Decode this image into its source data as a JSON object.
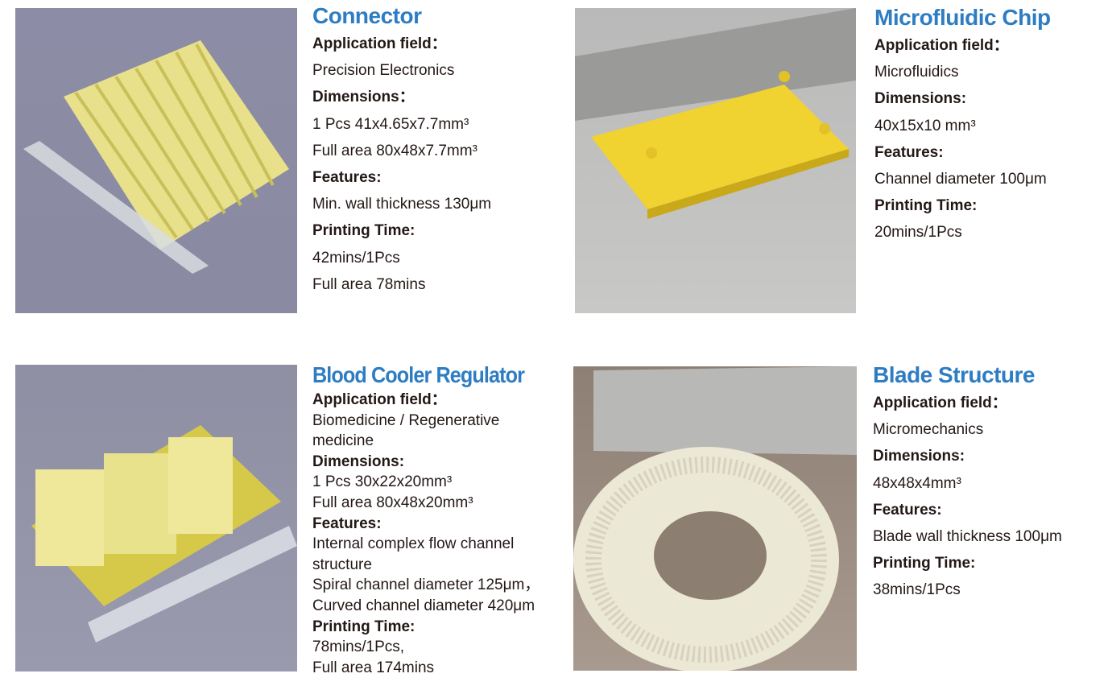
{
  "products": [
    {
      "title": "Connector",
      "lines": [
        {
          "text": "Application field：",
          "bold": true
        },
        {
          "text": "Precision Electronics",
          "bold": false
        },
        {
          "text": "Dimensions：",
          "bold": true
        },
        {
          "text": "1 Pcs 41x4.65x7.7mm³",
          "bold": false
        },
        {
          "text": "Full area 80x48x7.7mm³",
          "bold": false
        },
        {
          "text": "Features:",
          "bold": true
        },
        {
          "text": "Min. wall thickness 130μm",
          "bold": false
        },
        {
          "text": "Printing Time:",
          "bold": true
        },
        {
          "text": "42mins/1Pcs",
          "bold": false
        },
        {
          "text": "Full area 78mins",
          "bold": false
        }
      ]
    },
    {
      "title": "Microfluidic Chip",
      "lines": [
        {
          "text": "Application field：",
          "bold": true
        },
        {
          "text": "Microfluidics",
          "bold": false
        },
        {
          "text": "Dimensions:",
          "bold": true
        },
        {
          "text": "40x15x10 mm³",
          "bold": false
        },
        {
          "text": "Features:",
          "bold": true
        },
        {
          "text": "Channel diameter 100μm",
          "bold": false
        },
        {
          "text": "Printing Time:",
          "bold": true
        },
        {
          "text": "20mins/1Pcs",
          "bold": false
        }
      ]
    },
    {
      "title": "Blood Cooler Regulator",
      "lines": [
        {
          "text": "Application field：",
          "bold": true
        },
        {
          "text": "Biomedicine / Regenerative medicine",
          "bold": false
        },
        {
          "text": "Dimensions:",
          "bold": true
        },
        {
          "text": "1 Pcs 30x22x20mm³",
          "bold": false
        },
        {
          "text": "Full area 80x48x20mm³",
          "bold": false
        },
        {
          "text": "Features:",
          "bold": true
        },
        {
          "text": "Internal complex flow channel structure",
          "bold": false
        },
        {
          "text": "Spiral channel diameter 125μm，",
          "bold": false
        },
        {
          "text": "Curved channel diameter 420μm",
          "bold": false
        },
        {
          "text": "Printing Time:",
          "bold": true
        },
        {
          "text": "78mins/1Pcs,",
          "bold": false
        },
        {
          "text": "Full area 174mins",
          "bold": false
        }
      ]
    },
    {
      "title": "Blade Structure",
      "lines": [
        {
          "text": "Application field：",
          "bold": true
        },
        {
          "text": "Micromechanics",
          "bold": false
        },
        {
          "text": "Dimensions:",
          "bold": true
        },
        {
          "text": "48x48x4mm³",
          "bold": false
        },
        {
          "text": "Features:",
          "bold": true
        },
        {
          "text": "Blade wall thickness 100μm",
          "bold": false
        },
        {
          "text": "Printing Time:",
          "bold": true
        },
        {
          "text": "38mins/1Pcs",
          "bold": false
        }
      ]
    }
  ],
  "colors": {
    "title": "#2e7dc2"
  }
}
